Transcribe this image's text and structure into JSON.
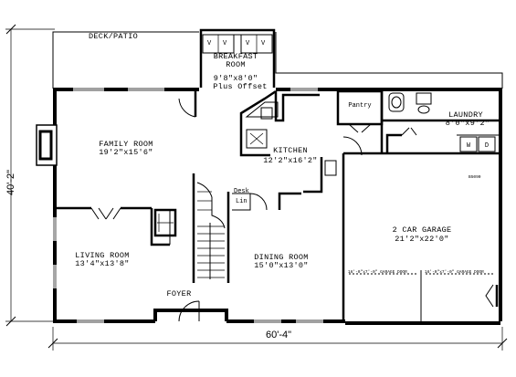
{
  "overall": {
    "width_label": "60'-4\"",
    "depth_label": "40'-2\""
  },
  "plan_id": "B5090",
  "rooms": {
    "deck": {
      "name": "DECK/PATIO"
    },
    "breakfast": {
      "name_1": "BREAKFAST",
      "name_2": "ROOM",
      "dim_1": "9'8\"x8'0\"",
      "dim_2": "Plus Offset"
    },
    "family": {
      "name": "FAMILY ROOM",
      "dim": "19'2\"x15'6\""
    },
    "kitchen": {
      "name": "KITCHEN",
      "dim": "12'2\"x16'2\""
    },
    "pantry": {
      "name": "Pantry"
    },
    "laundry": {
      "name": "LAUNDRY",
      "dim": "8'0\"x9'2\""
    },
    "living": {
      "name": "LIVING ROOM",
      "dim": "13'4\"x13'8\""
    },
    "dining": {
      "name": "DINING ROOM",
      "dim": "15'0\"x13'0\""
    },
    "garage": {
      "name": "2 CAR GARAGE",
      "dim": "21'2\"x22'0\""
    },
    "foyer": {
      "name": "FOYER"
    },
    "desk": {
      "name": "Desk"
    }
  },
  "fixtures": {
    "washer": "W",
    "dryer": "D",
    "window_mark": "V",
    "lin_label": "Lin",
    "garage_door_left": "16'-0\"x7'-0\" GARAGE DOOR",
    "garage_door_right": "16'-0\"x7'-0\" GARAGE DOOR"
  }
}
